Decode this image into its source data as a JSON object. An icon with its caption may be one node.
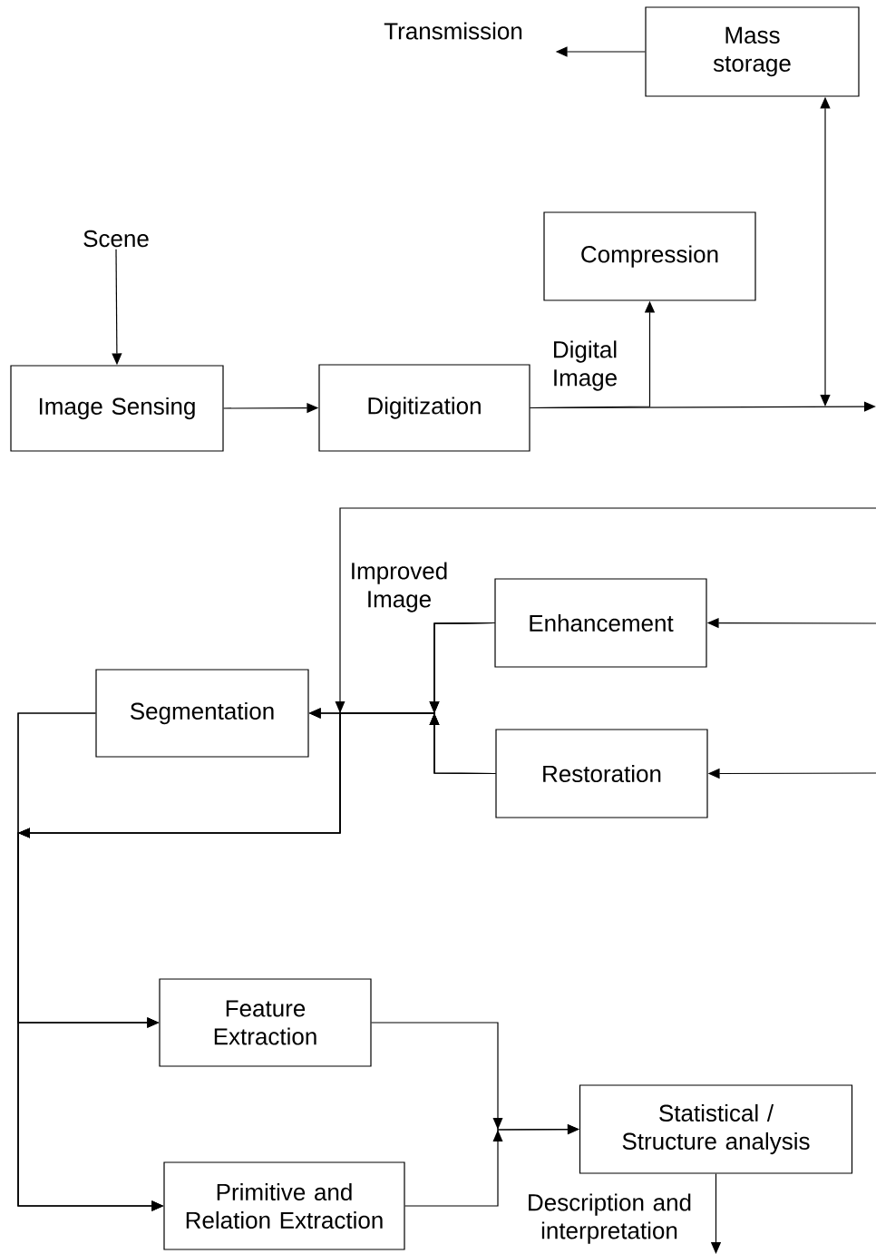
{
  "diagram": {
    "nodes": [
      {
        "text": [
          "Transmission"
        ]
      },
      {
        "text": [
          "Mass storage"
        ]
      },
      {
        "text": [
          "Scene"
        ]
      },
      {
        "text": [
          "Compression"
        ]
      },
      {
        "text": [
          "Image Sensing"
        ]
      },
      {
        "text": [
          "Digitization"
        ]
      },
      {
        "text": [
          "Enhancement"
        ]
      },
      {
        "text": [
          "Restoration"
        ]
      },
      {
        "text": [
          "Segmentation"
        ]
      },
      {
        "text": [
          "Feature Extraction"
        ]
      },
      {
        "text": [
          "Primitive and Relation Extraction"
        ]
      },
      {
        "text": [
          "Statistical / Structure analysis"
        ]
      }
    ],
    "edges": [
      {
        "from": 1,
        "to": 0,
        "arrow": "to"
      },
      {
        "from": 2,
        "to": 4,
        "arrow": "to"
      },
      {
        "from": 4,
        "to": 5,
        "arrow": "to"
      },
      {
        "from": 5,
        "to": 3,
        "arrow": "to"
      },
      {
        "from": null,
        "to": 1,
        "arrow": "both"
      },
      {
        "from": 5,
        "to": null,
        "arrow": "to"
      },
      {
        "from": null,
        "to": 6,
        "arrow": "to"
      },
      {
        "from": null,
        "to": 7,
        "arrow": "to"
      },
      {
        "from": null,
        "to": 8,
        "arrow": "to"
      },
      {
        "from": 6,
        "to": 8,
        "arrow": "to"
      },
      {
        "from": 7,
        "to": 8,
        "arrow": "to"
      },
      {
        "from": 6,
        "to": 9,
        "arrow": "to"
      },
      {
        "from": 7,
        "to": 9,
        "arrow": "to"
      },
      {
        "from": 6,
        "to": 10,
        "arrow": "to"
      },
      {
        "from": 7,
        "to": 10,
        "arrow": "to"
      },
      {
        "from": 8,
        "to": 9,
        "arrow": "to"
      },
      {
        "from": 8,
        "to": 10,
        "arrow": "to"
      },
      {
        "from": 9,
        "to": 11,
        "arrow": "to"
      },
      {
        "from": 10,
        "to": 11,
        "arrow": "to"
      },
      {
        "from": 11,
        "to": null,
        "arrow": "to"
      }
    ],
    "labels": [
      "Digital Image",
      "Improved Image",
      "Description and interpretation"
    ]
  }
}
